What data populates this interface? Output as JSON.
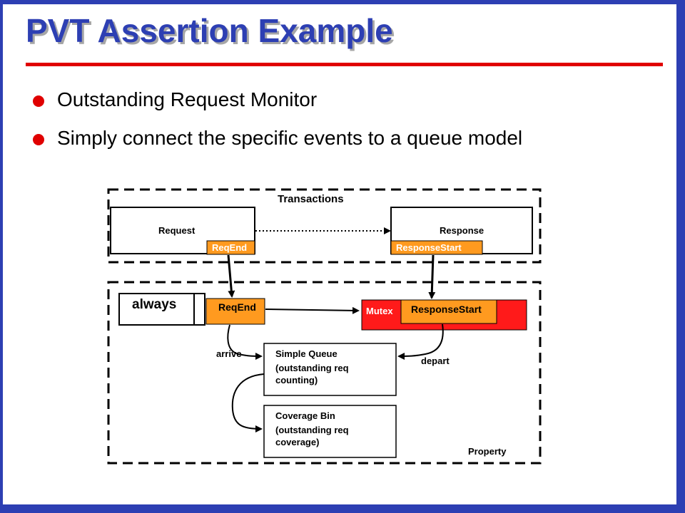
{
  "slide": {
    "title": "PVT Assertion Example",
    "bullets": [
      "Outstanding Request Monitor",
      "Simply connect the specific events to a queue model"
    ]
  },
  "diagram": {
    "transactions_label": "Transactions",
    "request_label": "Request",
    "request_event": "ReqEnd",
    "response_label": "Response",
    "response_event": "ResponseStart",
    "always_label": "always",
    "property_req_event": "ReqEnd",
    "mutex_label": "Mutex",
    "property_resp_event": "ResponseStart",
    "arrive_label": "arrive",
    "depart_label": "depart",
    "queue_lines": [
      "Simple Queue",
      "(outstanding req",
      "counting)"
    ],
    "coverage_lines": [
      "Coverage Bin",
      "(outstanding req",
      "coverage)"
    ],
    "property_label": "Property"
  },
  "colors": {
    "frame": "#2d3fb3",
    "title": "#2d3fb3",
    "accent_red": "#e00000",
    "event_orange": "#ff9a1f",
    "mutex_red": "#ff1a1a"
  }
}
